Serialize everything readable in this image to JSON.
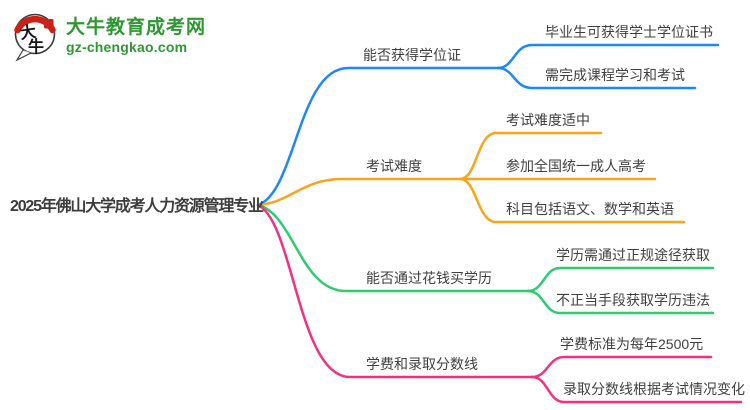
{
  "logo": {
    "badge_char_top": "大",
    "badge_char_bottom": "牛",
    "site_name": "大牛教育成考网",
    "site_url": "gz-chengkao.com",
    "brand_green": "#2e9732",
    "seal_red": "#cd2016",
    "badge_outline": "#3a3a3a"
  },
  "mindmap": {
    "center": "2025年佛山大学成考人力资源管理专业",
    "text_color": "#3f3f3f",
    "branches": [
      {
        "label": "能否获得学位证",
        "color": "#1e88f7",
        "children": [
          "毕业生可获得学士学位证书",
          "需完成课程学习和考试"
        ]
      },
      {
        "label": "考试难度",
        "color": "#f7a61c",
        "children": [
          "考试难度适中",
          "参加全国统一成人高考",
          "科目包括语文、数学和英语"
        ]
      },
      {
        "label": "能否通过花钱买学历",
        "color": "#2ecb71",
        "children": [
          "学历需通过正规途径获取",
          "不正当手段获取学历违法"
        ]
      },
      {
        "label": "学费和录取分数线",
        "color": "#f5317f",
        "children": [
          "学费标准为每年2500元",
          "录取分数线根据考试情况变化"
        ]
      }
    ]
  }
}
